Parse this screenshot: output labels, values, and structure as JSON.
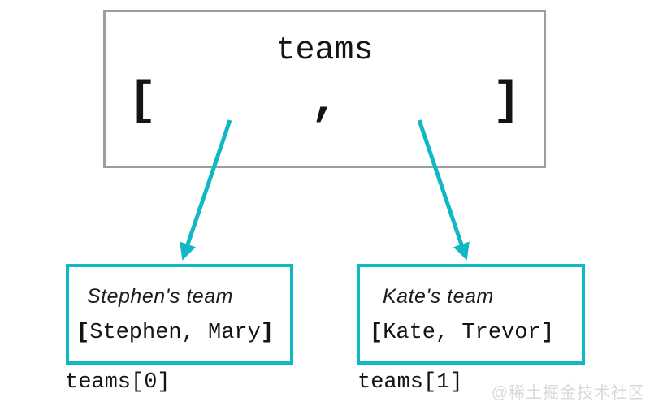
{
  "diagram": {
    "array_box": {
      "title": "teams",
      "open_bracket": "[",
      "separator": ",",
      "close_bracket": "]"
    },
    "elements": [
      {
        "label": "Stephen's team",
        "open": "[",
        "values": "Stephen, Mary",
        "close": "]",
        "index_label": "teams[0]"
      },
      {
        "label": "Kate's team",
        "open": "[",
        "values": "Kate, Trevor",
        "close": "]",
        "index_label": "teams[1]"
      }
    ],
    "watermark": "@稀土掘金技术社区"
  },
  "colors": {
    "accent": "#10b7c4",
    "box_border": "#9e9e9e",
    "text": "#141414",
    "watermark": "#d9d9d9"
  }
}
